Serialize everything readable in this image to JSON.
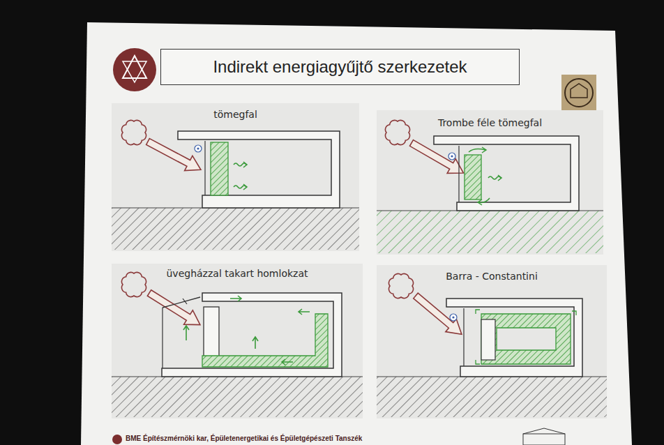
{
  "diagram": {
    "title": "Indirekt energiagyűjtő szerkezetek",
    "nodes": [
      {
        "text": [
          "tömegfal"
        ]
      },
      {
        "text": [
          "Trombe féle tömegfal"
        ]
      },
      {
        "text": [
          "üvegházzal takart homlokzat"
        ]
      },
      {
        "text": [
          "Barra - Constantini"
        ]
      }
    ],
    "labels": [
      "BME Építészmérnöki kar, Épületenergetikai és Épületgépészeti Tanszék"
    ]
  }
}
